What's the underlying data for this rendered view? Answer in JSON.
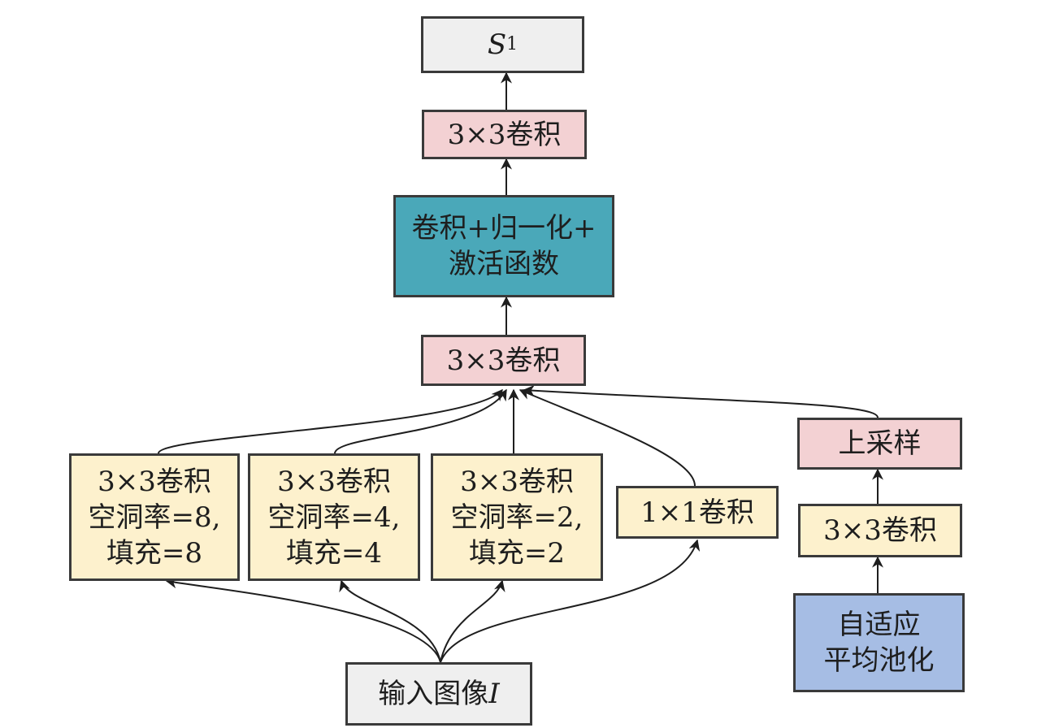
{
  "diagram": {
    "output": {
      "symbol": "S",
      "subscript": "1"
    },
    "conv_top": "3×3卷积",
    "conv_bn_act": "卷积+归一化+\n激活函数",
    "conv_fuse": "3×3卷积",
    "branch_d8": "3×3卷积\n空洞率=8,\n填充=8",
    "branch_d4": "3×3卷积\n空洞率=4,\n填充=4",
    "branch_d2": "3×3卷积\n空洞率=2,\n填充=2",
    "branch_1x1": "1×1卷积",
    "upsample": "上采样",
    "conv_pool": "3×3卷积",
    "adaptive_pool": "自适应\n平均池化",
    "input": {
      "text": "输入图像",
      "var": "I"
    }
  },
  "colors": {
    "gray": "#efefef",
    "pink": "#f3d1d3",
    "teal": "#4aa8b9",
    "yellow": "#fdf1cd",
    "blue": "#a6bde4",
    "stroke": "#3a3a3a"
  }
}
